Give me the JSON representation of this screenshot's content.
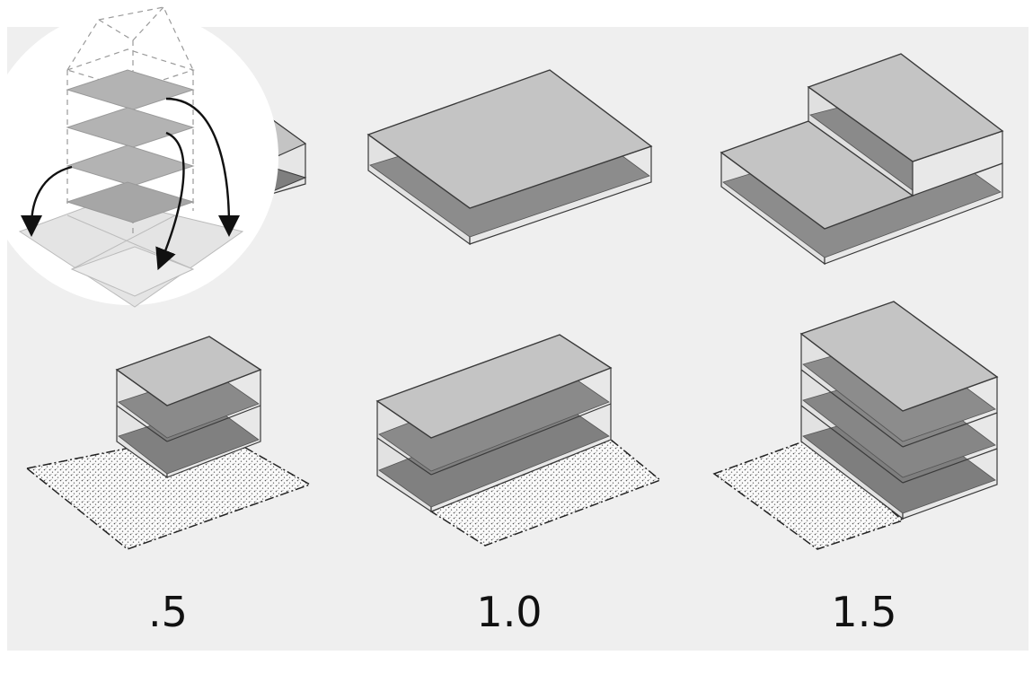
{
  "labels": [
    ".5",
    "1.0",
    "1.5"
  ],
  "colors": {
    "background": "#efefef",
    "roof": "#c2c2c2",
    "floor_slab": "#8a8a8a",
    "side_glass": "#e4e4e4",
    "outline": "#3a3a3a",
    "site_dots": "#555555"
  },
  "inset": {
    "description_icon": "floor-transfer-diagram",
    "floors_moved": 3
  }
}
